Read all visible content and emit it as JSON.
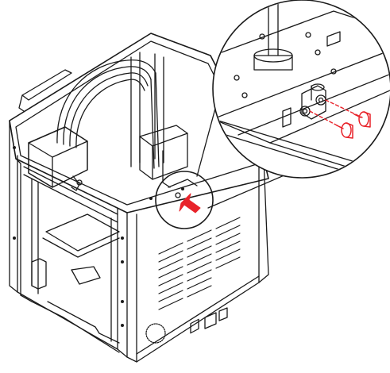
{
  "colors": {
    "line": "#1a1a1a",
    "highlight": "#e8232a",
    "background": "#ffffff",
    "screen_fill": "#222222"
  },
  "icons": {
    "callout": "magnifier-callout",
    "pointer": "red-arrow-pointer",
    "fastener": "thumb-screw"
  },
  "parts": {
    "main_unit": "printer-frame",
    "tool": "extruder-head",
    "detail": "mount-bracket-with-two-screws"
  }
}
